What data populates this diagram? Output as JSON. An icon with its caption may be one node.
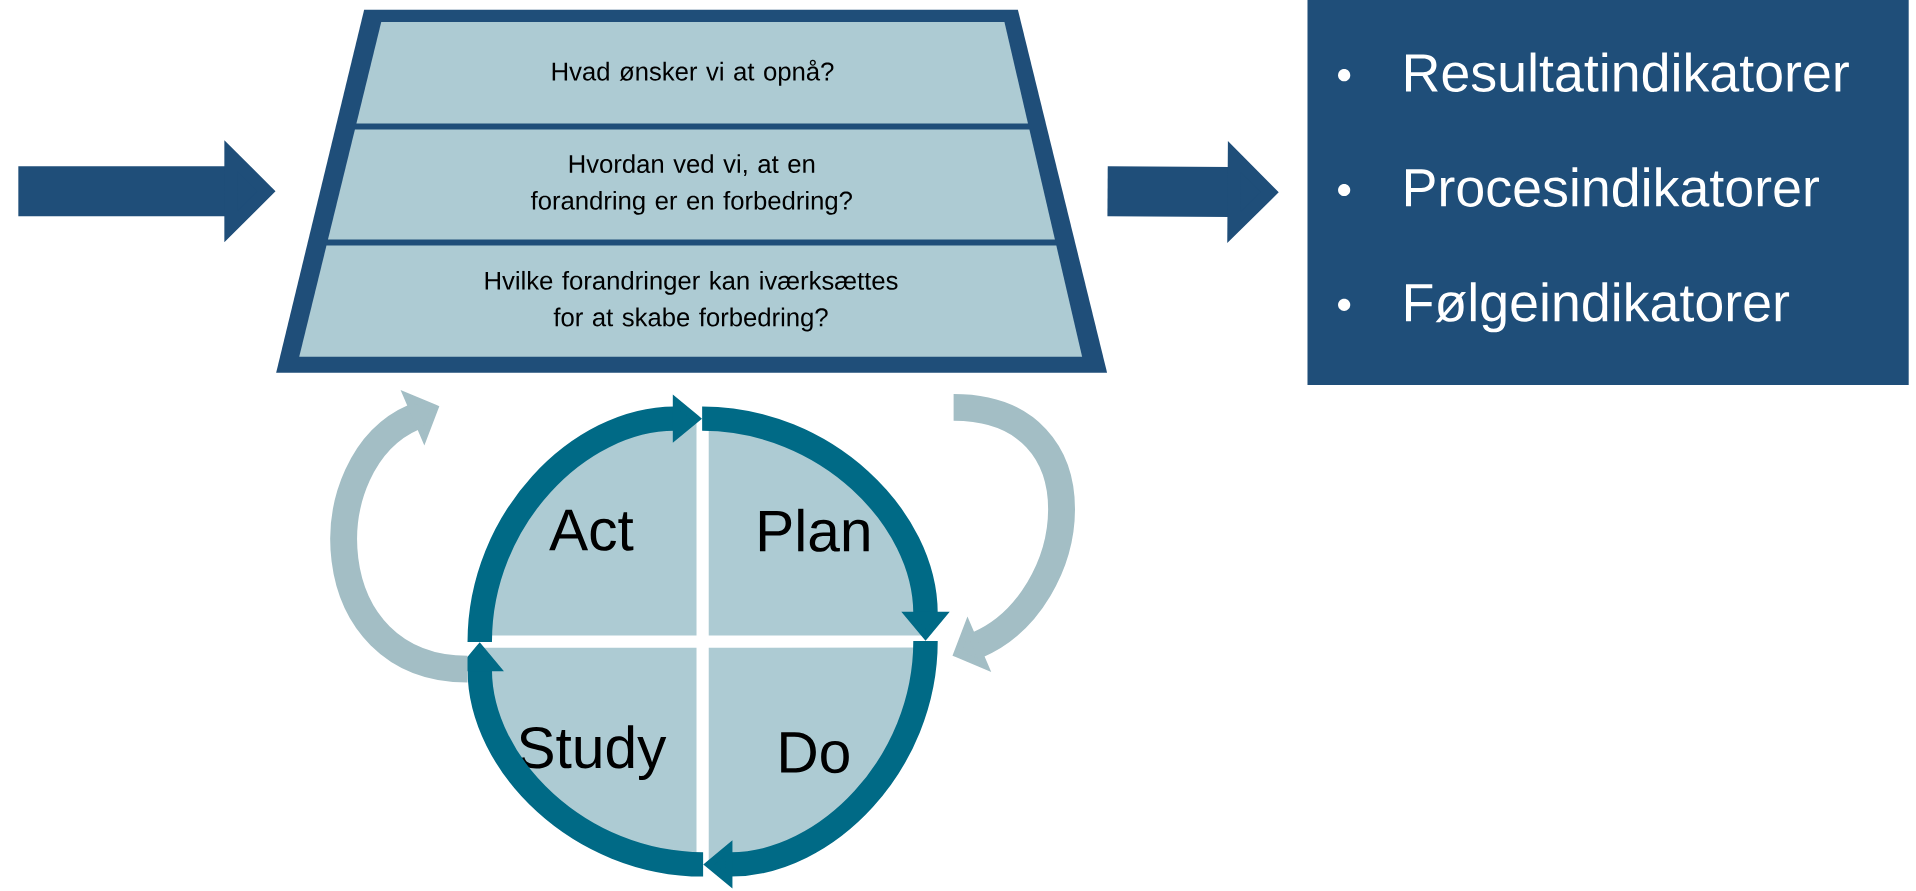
{
  "diagram": {
    "nodes": [
      {
        "text": [],
        "shape": "trapezoid"
      },
      {
        "text": [
          "Hvad ønsker vi at opnå?"
        ],
        "in": 0
      },
      {
        "text": [
          "Hvordan ved vi, at en forandring er en forbedring?"
        ],
        "in": 0
      },
      {
        "text": [
          "Hvilke forandringer kan iværksættes for at skabe forbedring?"
        ],
        "in": 0
      },
      {
        "text": [
          "Resultatindikatorer",
          "Procesindikatorer",
          "Følgeindikatorer"
        ]
      },
      {
        "text": [
          "Act"
        ]
      },
      {
        "text": [
          "Plan"
        ]
      },
      {
        "text": [
          "Study"
        ]
      },
      {
        "text": [
          "Do"
        ]
      }
    ],
    "edges": [
      {
        "from": null,
        "to": 0,
        "arrow": "to",
        "style": "thick",
        "color": "#1f4e79"
      },
      {
        "from": 0,
        "to": 4,
        "arrow": "to",
        "style": "thick",
        "color": "#1f4e79"
      },
      {
        "from": 5,
        "to": 6,
        "arrow": "to"
      },
      {
        "from": 6,
        "to": 8,
        "arrow": "to"
      },
      {
        "from": 8,
        "to": 7,
        "arrow": "to"
      },
      {
        "from": 7,
        "to": 5,
        "arrow": "to"
      },
      {
        "from": 0,
        "to": 8,
        "arrow": "to",
        "color": "#a3bec5"
      },
      {
        "from": 7,
        "to": 0,
        "arrow": "to",
        "color": "#a3bec5"
      }
    ]
  }
}
